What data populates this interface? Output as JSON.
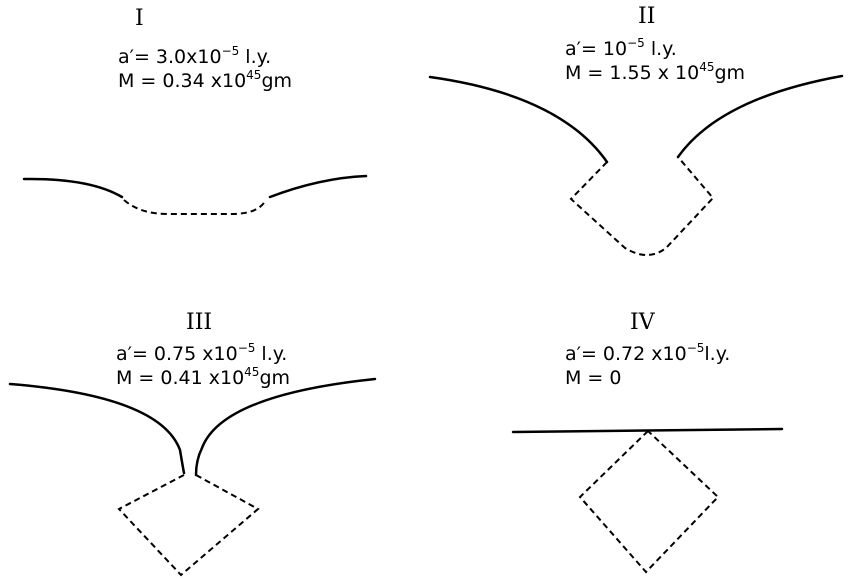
{
  "panels": [
    {
      "numeral": "I",
      "a_label": "a′= 3.0x10",
      "a_exp": "−5",
      "a_unit": " l.y.",
      "m_label": "M = 0.34 x10",
      "m_exp": "45",
      "m_unit": "gm"
    },
    {
      "numeral": "II",
      "a_label": "a′= 10",
      "a_exp": "−5",
      "a_unit": " l.y.",
      "m_label": "M = 1.55 x 10",
      "m_exp": "45",
      "m_unit": "gm"
    },
    {
      "numeral": "III",
      "a_label": "a′= 0.75 x10",
      "a_exp": "−5",
      "a_unit": " l.y.",
      "m_label": "M = 0.41 x10",
      "m_exp": "45",
      "m_unit": "gm"
    },
    {
      "numeral": "IV",
      "a_label": "a′= 0.72 x10",
      "a_exp": "−5",
      "a_unit": "l.y.",
      "m_label": "M = 0",
      "m_exp": "",
      "m_unit": ""
    }
  ]
}
